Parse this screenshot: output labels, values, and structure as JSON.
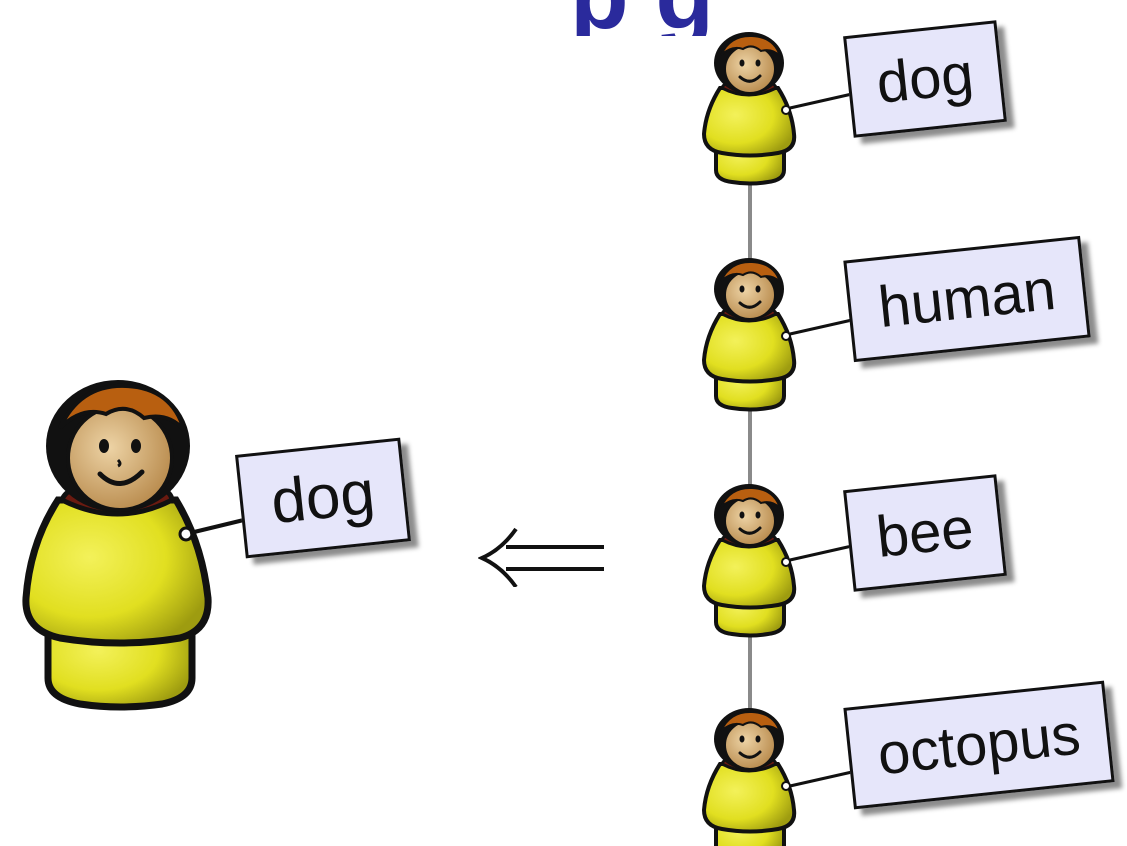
{
  "title_fragment": "p  g",
  "query": {
    "label": "dog"
  },
  "relation_symbol": "⇐",
  "chain": {
    "labels": [
      "dog",
      "human",
      "bee",
      "octopus"
    ]
  },
  "colors": {
    "label_fill": "#e6e6fa",
    "figure_body": "#e1df20",
    "figure_face": "#d9b27a",
    "figure_hair": "#b85f10",
    "title": "#2a2a9c",
    "chain_line": "#8a8a8a"
  },
  "icons": {
    "figure": "peg-person-icon"
  }
}
